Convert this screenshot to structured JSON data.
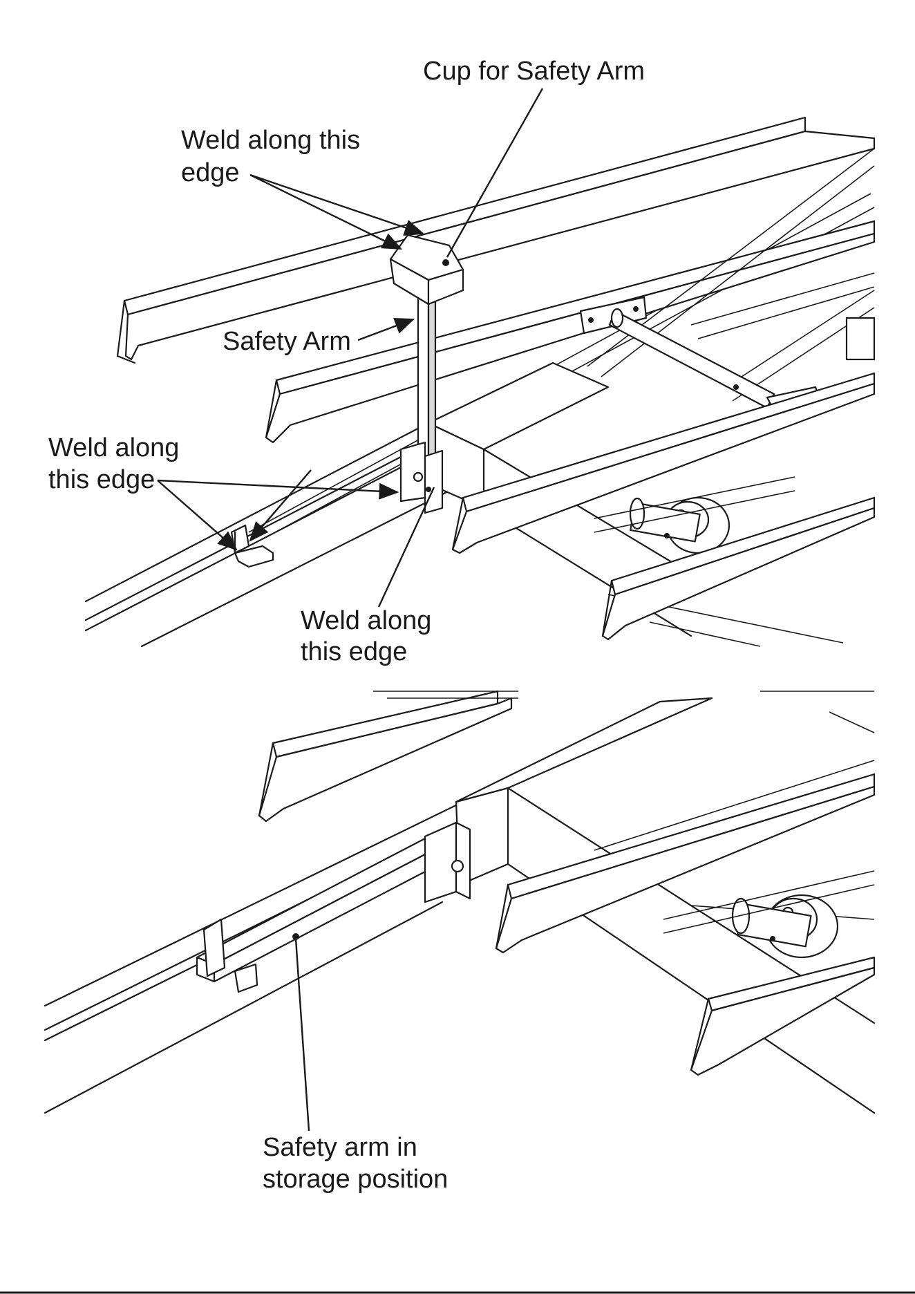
{
  "top_view": {
    "labels": {
      "cup": "Cup for Safety Arm",
      "weld_top_1": "Weld along this",
      "weld_top_2": "edge",
      "safety_arm": "Safety Arm",
      "weld_left_1": "Weld along",
      "weld_left_2": "this edge",
      "weld_bottom_1": "Weld along",
      "weld_bottom_2": "this edge"
    }
  },
  "bottom_view": {
    "labels": {
      "storage_1": "Safety arm in",
      "storage_2": "storage position"
    }
  },
  "colors": {
    "line": "#1a1a1a",
    "background": "#ffffff"
  }
}
